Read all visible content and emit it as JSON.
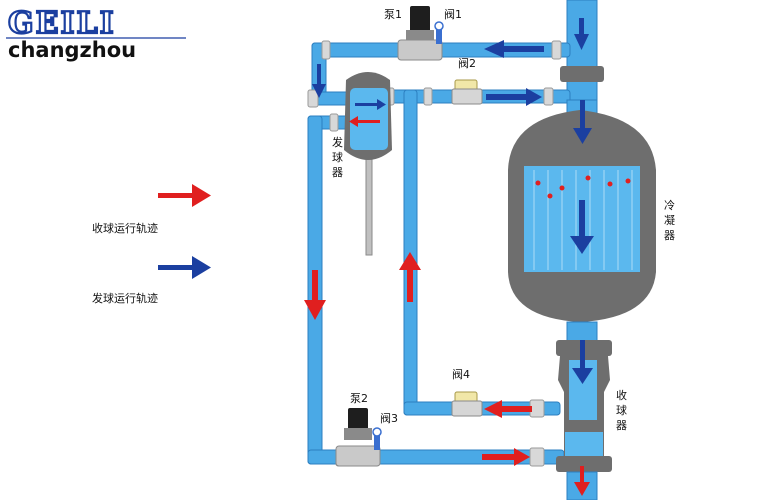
{
  "logo": {
    "top": "GEILI",
    "bottom": "changzhou"
  },
  "labels": {
    "pump1": "泵1",
    "valve1": "阀1",
    "valve2": "阀2",
    "pump2": "泵2",
    "valve3": "阀3",
    "valve4": "阀4",
    "launcher": "发球器",
    "condenser": "冷凝器",
    "collector": "收球器"
  },
  "legend": {
    "collect_track": "收球运行轨迹",
    "launch_track": "发球运行轨迹"
  },
  "colors": {
    "pipe": "#4aa9e6",
    "pipe_edge": "#2c7fc0",
    "vessel": "#6e6e6e",
    "vessel_dark": "#4f4f4f",
    "water": "#5bb8ee",
    "red_arrow": "#e01f1f",
    "blue_arrow": "#1b3fa0",
    "ball": "#e02020"
  }
}
